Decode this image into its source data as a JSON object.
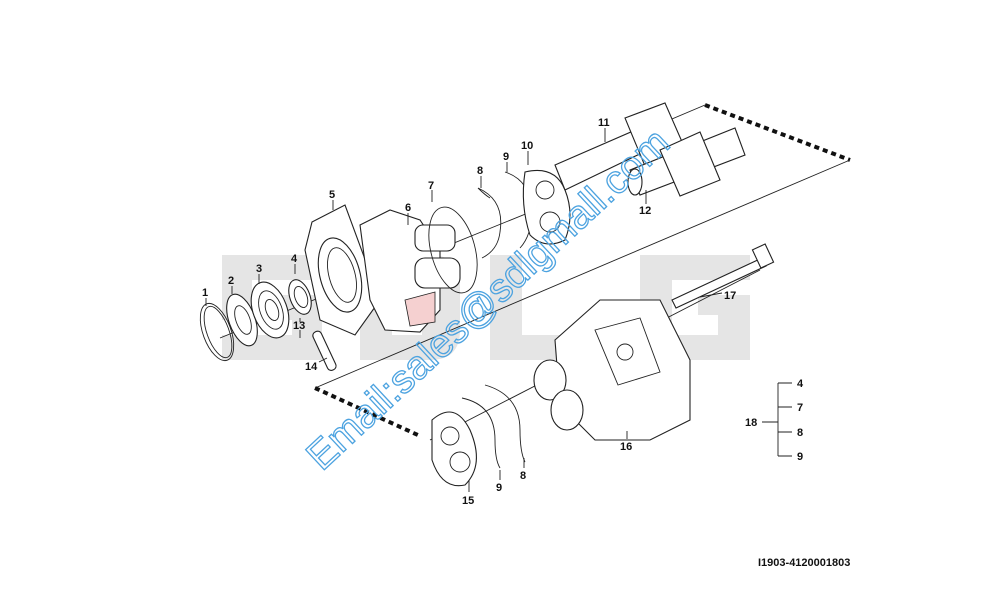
{
  "diagram": {
    "watermark_logo": "SDLG",
    "watermark_email": "Email:sales@sdlgmall.com",
    "drawing_code": "I1903-4120001803",
    "callouts": {
      "c1": "1",
      "c2": "2",
      "c3": "3",
      "c4": "4",
      "c5": "5",
      "c6": "6",
      "c7": "7",
      "c8a": "8",
      "c9a": "9",
      "c10": "10",
      "c11": "11",
      "c12": "12",
      "c13": "13",
      "c14": "14",
      "c15": "15",
      "c9b": "9",
      "c8b": "8",
      "c16": "16",
      "c17": "17"
    },
    "kit_legend": {
      "kit": "18",
      "items": [
        "4",
        "7",
        "8",
        "9"
      ]
    }
  }
}
